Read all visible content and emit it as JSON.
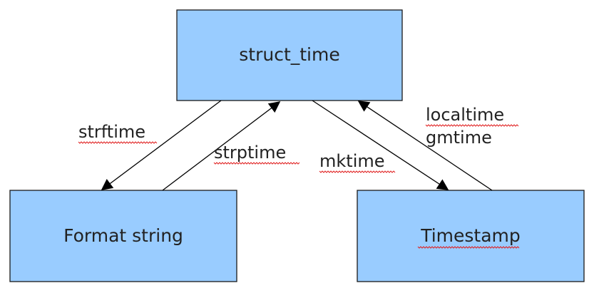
{
  "colors": {
    "box_fill": "#99ccff",
    "box_border": "#1a1a1a",
    "spellcheck_underline": "#e02020"
  },
  "nodes": {
    "struct_time": "struct_time",
    "format_string": "Format string",
    "timestamp": "Timestamp"
  },
  "edges": {
    "strftime": "strftime",
    "strptime": "strptime",
    "mktime": "mktime",
    "localtime": "localtime",
    "gmtime": "gmtime"
  }
}
